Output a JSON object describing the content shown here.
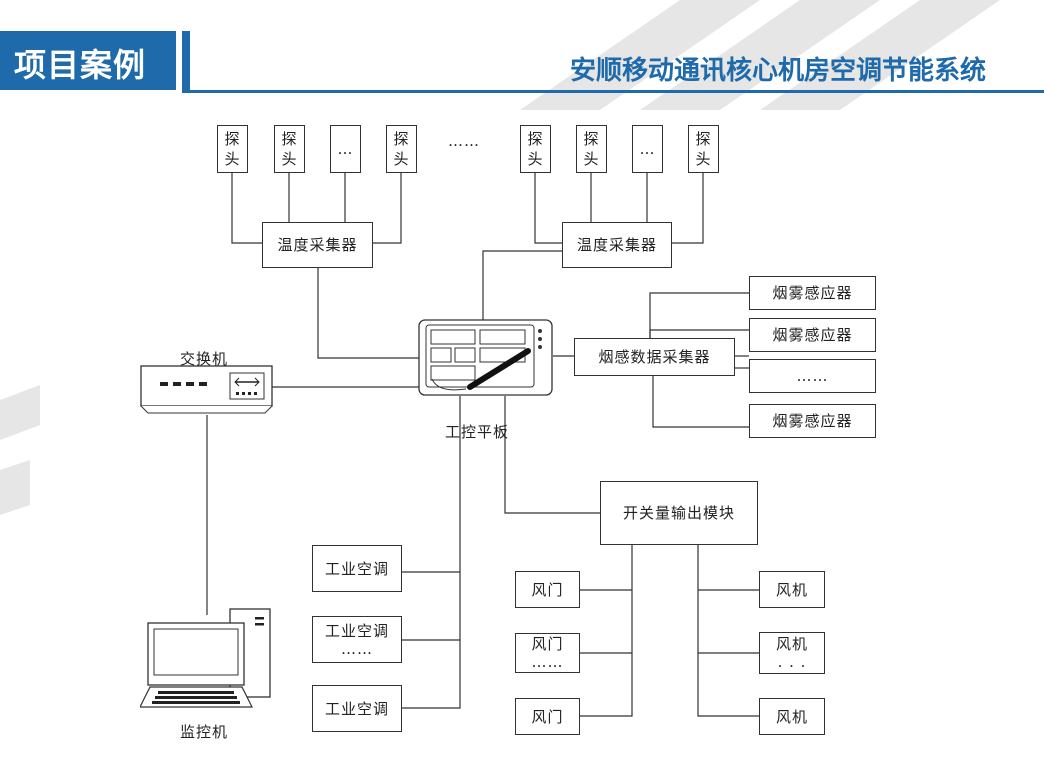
{
  "header": {
    "title": "项目案例",
    "subtitle": "安顺移动通讯核心机房空调节能系统",
    "accent": "#1f6aab"
  },
  "left_group": {
    "probes": [
      "探\n头",
      "探\n头",
      "…",
      "探\n头"
    ],
    "collector": "温度采集器"
  },
  "middle_dots": "……",
  "right_group": {
    "probes": [
      "探\n头",
      "探\n头",
      "…",
      "探\n头"
    ],
    "collector": "温度采集器"
  },
  "smoke": {
    "collector": "烟感数据采集器",
    "sensors": [
      "烟雾感应器",
      "烟雾感应器",
      "……",
      "烟雾感应器"
    ]
  },
  "switch_label": "交换机",
  "tablet_label": "工控平板",
  "monitor_label": "监控机",
  "aircon": [
    "工业空调",
    "工业空调\n……",
    "工业空调"
  ],
  "io_module": "开关量输出模块",
  "dampers": [
    "风门",
    "风门\n……",
    "风门"
  ],
  "fans": [
    "风机",
    "风机\n. . .",
    "风机"
  ]
}
